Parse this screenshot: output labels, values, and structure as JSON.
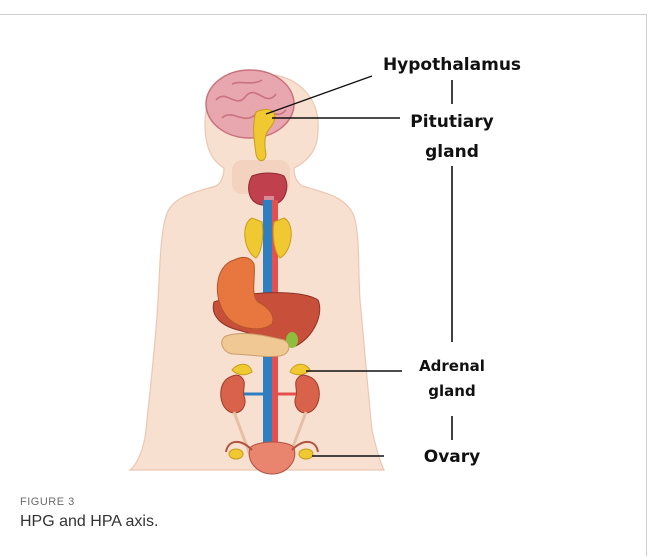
{
  "diagram": {
    "labels": {
      "hypothalamus": "Hypothalamus",
      "pituitary_line1": "Pitutiary",
      "pituitary_line2": "gland",
      "adrenal_line1": "Adrenal",
      "adrenal_line2": "gland",
      "ovary": "Ovary"
    }
  },
  "caption": {
    "figure_number": "FIGURE 3",
    "text": "HPG and HPA axis."
  },
  "colors": {
    "body_skin": "#f8e0d0",
    "brain": "#e8a6ae",
    "gland_yellow": "#f0c832",
    "thyroid": "#c0404e",
    "artery": "#2f7fc0",
    "liver": "#c8503a",
    "stomach": "#e8773f",
    "kidney": "#d9634a",
    "uterus": "#e9846f"
  }
}
